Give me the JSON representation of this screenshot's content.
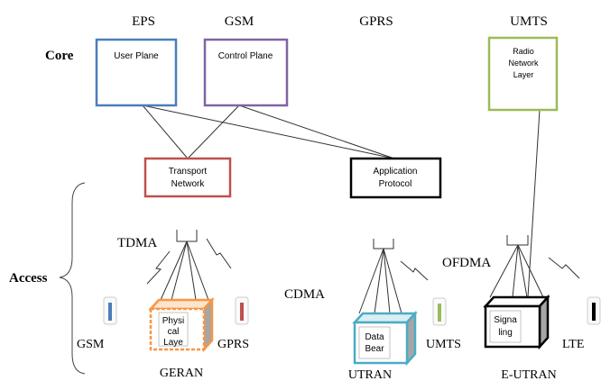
{
  "top_labels": {
    "eps": "EPS",
    "gsm": "GSM",
    "gprs": "GPRS",
    "umts": "UMTS"
  },
  "side_labels": {
    "core": "Core",
    "access": "Access"
  },
  "boxes": {
    "user_plane": {
      "label": "User Plane",
      "color": "#4a7ebb"
    },
    "control_plane": {
      "label": "Control Plane",
      "color": "#8064a2"
    },
    "radio_network_layer": {
      "lines": [
        "Radio",
        "Network",
        "Layer"
      ],
      "color": "#9bbb59"
    },
    "transport_network": {
      "lines": [
        "Transport",
        "Network"
      ],
      "color": "#c0504d"
    },
    "application_protocol": {
      "lines": [
        "Application",
        "Protocol"
      ],
      "color": "#000000"
    }
  },
  "access_tech": {
    "tdma": "TDMA",
    "cdma": "CDMA",
    "ofdma": "OFDMA"
  },
  "cubes": {
    "geran_cube": {
      "lines": [
        "Physi",
        "cal",
        "Laye"
      ],
      "color": "#f79646"
    },
    "utran_cube": {
      "lines": [
        "Data",
        "Bear"
      ],
      "color": "#4bacc6"
    },
    "eutran_cube": {
      "lines": [
        "Signa",
        "ling"
      ],
      "color": "#000000"
    }
  },
  "devices": {
    "gsm": {
      "label": "GSM",
      "color": "#4a7ebb"
    },
    "gprs": {
      "label": "GPRS",
      "color": "#c0504d"
    },
    "umts": {
      "label": "UMTS",
      "color": "#9bbb59"
    },
    "lte": {
      "label": "LTE",
      "color": "#000000"
    }
  },
  "networks": {
    "geran": "GERAN",
    "utran": "UTRAN",
    "eutran": "E-UTRAN"
  }
}
